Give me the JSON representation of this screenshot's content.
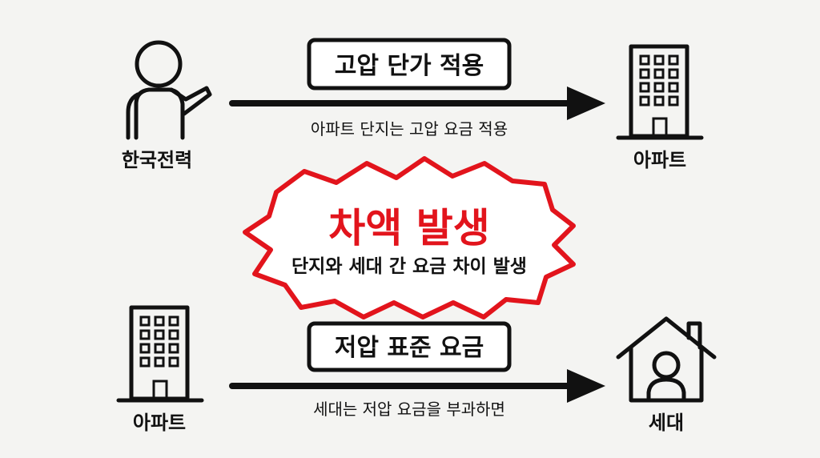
{
  "top_flow": {
    "source_label": "한국전력",
    "rate_box": "고압 단가 적용",
    "caption": "아파트 단지는 고압 요금 적용",
    "target_label": "아파트"
  },
  "center_burst": {
    "title": "차액 발생",
    "subtitle": "단지와 세대 간 요금 차이 발생"
  },
  "bottom_flow": {
    "source_label": "아파트",
    "rate_box": "저압 표준 요금",
    "caption": "세대는 저압 요금을 부과하면",
    "target_label": "세대"
  },
  "colors": {
    "ink": "#111111",
    "accent": "#e2141c",
    "background": "#f4f4f2"
  }
}
